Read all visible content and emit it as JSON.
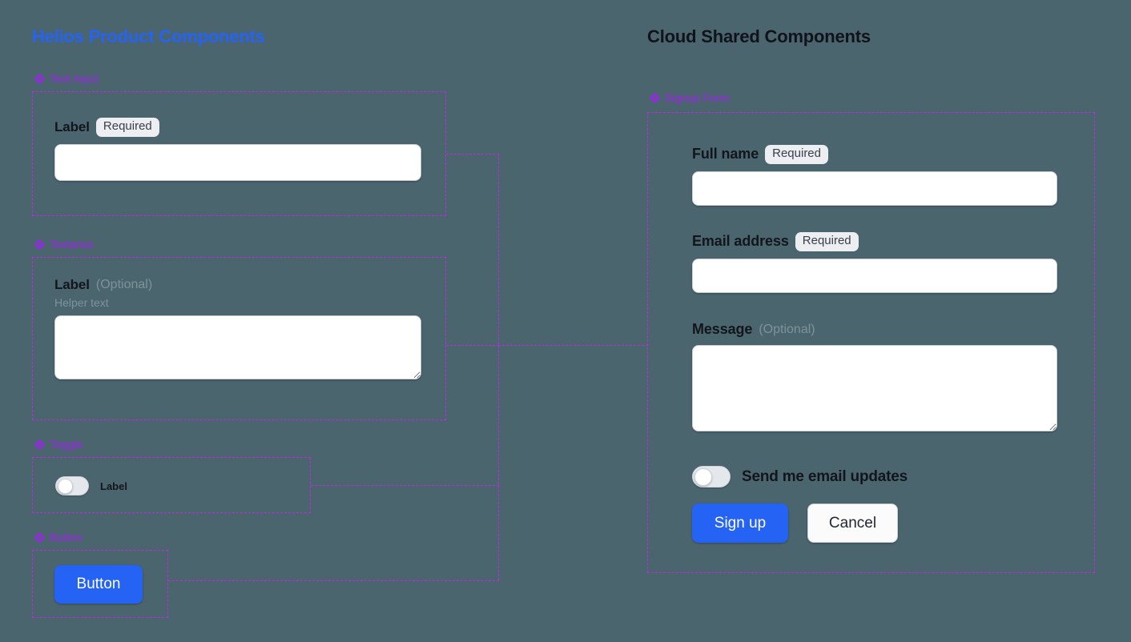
{
  "background_color": "#4b656f",
  "accent_blue": "#2563f5",
  "accent_purple": "#a020f0",
  "frame_border_color": "#c028e8",
  "panels": {
    "left": {
      "title": "Helios Product Components",
      "title_color": "#2563f5",
      "components": [
        {
          "name": "Text Input",
          "icon": "component-diamond-icon",
          "label": "Label",
          "badge": "Required",
          "input_value": "",
          "input_placeholder": ""
        },
        {
          "name": "Textarea",
          "icon": "component-diamond-icon",
          "label": "Label",
          "optional": "(Optional)",
          "helper_text": "Helper text",
          "textarea_value": "",
          "textarea_placeholder": ""
        },
        {
          "name": "Toggle",
          "icon": "component-diamond-icon",
          "label": "Label",
          "state": "off"
        },
        {
          "name": "Button",
          "icon": "component-diamond-icon",
          "label": "Button"
        }
      ]
    },
    "right": {
      "title": "Cloud Shared Components",
      "title_color": "#10131a",
      "component": {
        "name": "Signup Form",
        "icon": "component-diamond-icon",
        "fields": [
          {
            "label": "Full name",
            "badge": "Required",
            "value": "",
            "placeholder": ""
          },
          {
            "label": "Email address",
            "badge": "Required",
            "value": "",
            "placeholder": ""
          },
          {
            "label": "Message",
            "optional": "(Optional)",
            "value": "",
            "placeholder": ""
          }
        ],
        "toggle": {
          "label": "Send me email updates",
          "state": "off"
        },
        "actions": {
          "primary": "Sign up",
          "secondary": "Cancel"
        }
      }
    }
  }
}
